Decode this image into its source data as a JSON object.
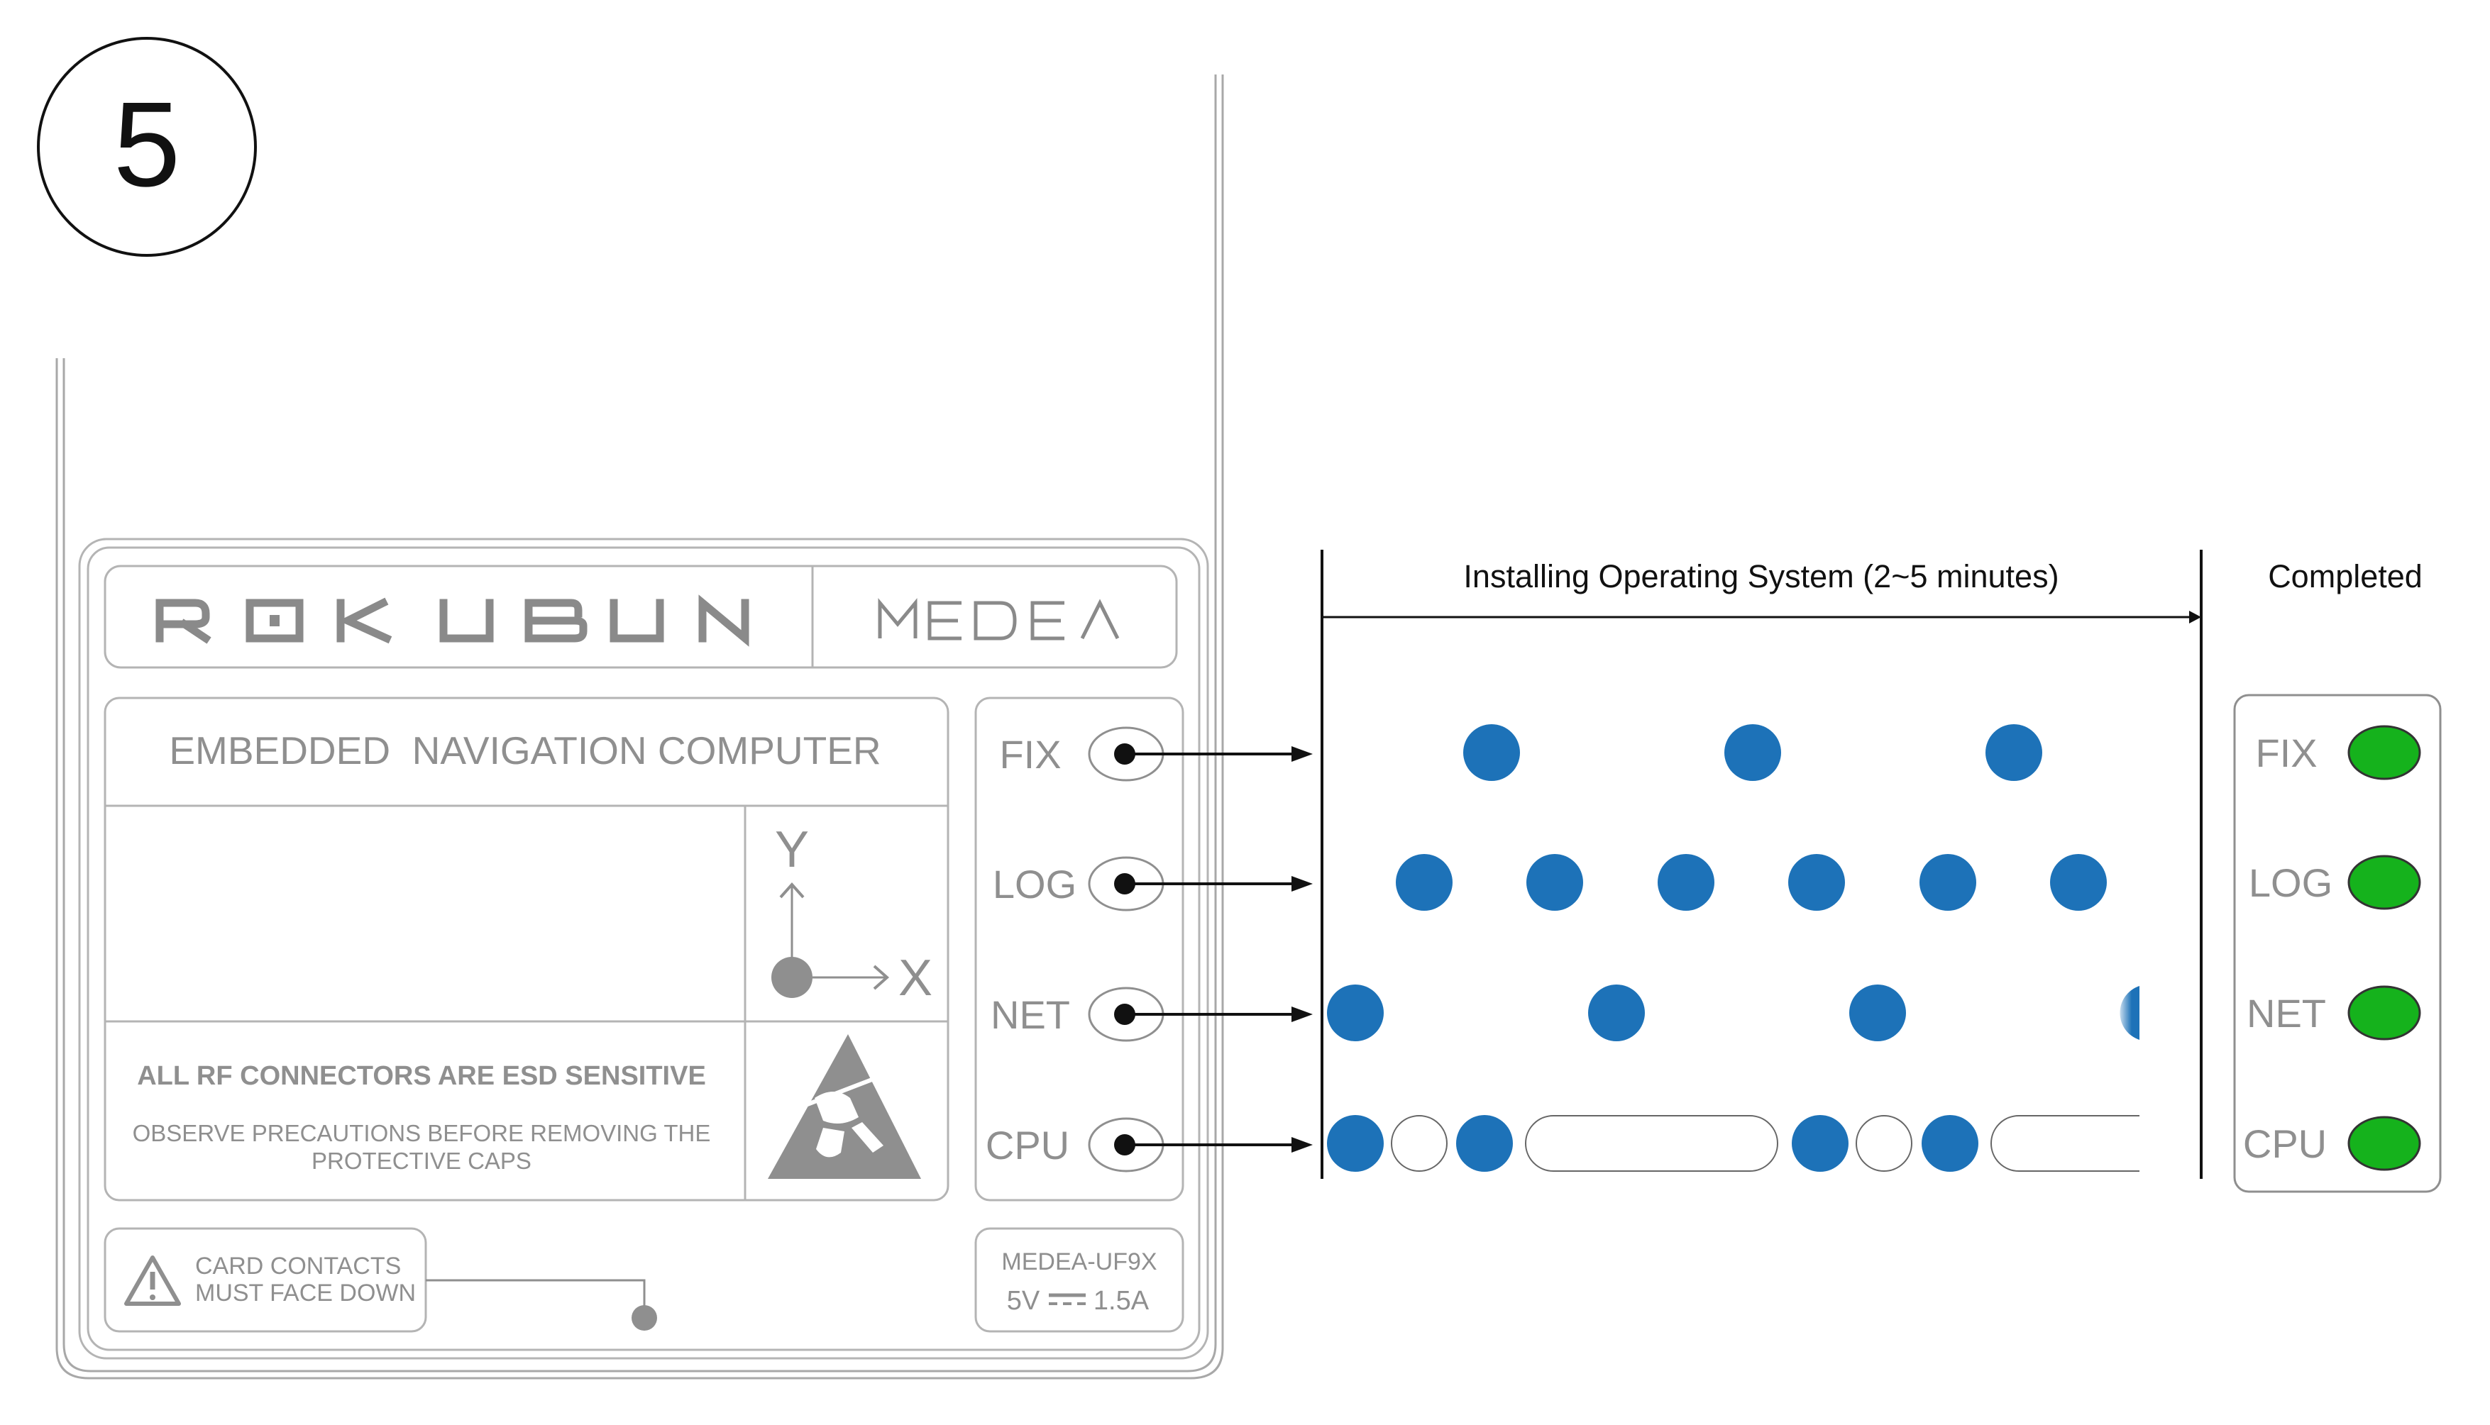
{
  "step_number": "5",
  "device": {
    "brand": "ROKUBUN",
    "brand_letters": [
      "R",
      "O",
      "K",
      "U",
      "B",
      "U",
      "N"
    ],
    "product": "MEDEA",
    "subtitle": "EMBEDDED  NAVIGATION COMPUTER",
    "axis_y": "Y",
    "axis_x": "X",
    "esd_title": "ALL RF CONNECTORS ARE ESD SENSITIVE",
    "esd_body_line1": "OBSERVE PRECAUTIONS BEFORE REMOVING THE",
    "esd_body_line2": "PROTECTIVE CAPS",
    "card_line1": "CARD CONTACTS",
    "card_line2": "MUST FACE DOWN",
    "model": "MEDEA-UF9X",
    "power_voltage": "5V",
    "power_current": "1.5A",
    "leds": [
      "FIX",
      "LOG",
      "NET",
      "CPU"
    ]
  },
  "phases": {
    "installing_label": "Installing Operating System (2~5 minutes)",
    "completed_label": "Completed"
  },
  "status_leds": {
    "labels": [
      "FIX",
      "LOG",
      "NET",
      "CPU"
    ],
    "completed_color": "#15b21c"
  },
  "blink_patterns": {
    "blue": "#1d72b8",
    "FIX": "slow blink",
    "LOG": "fast blink",
    "NET": "slow blink",
    "CPU": "mixed short and long pulses"
  }
}
